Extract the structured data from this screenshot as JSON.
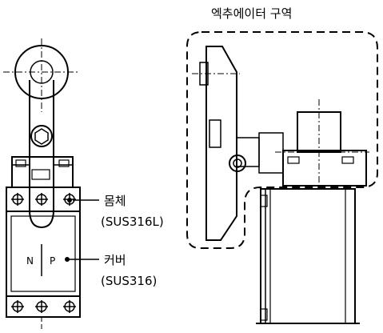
{
  "labels": {
    "actuator_area": "엑추에이터 구역",
    "body": "몸체",
    "body_material": "(SUS316L)",
    "cover": "커버",
    "cover_material": "(SUS316)",
    "cover_mark_n": "N",
    "cover_mark_p": "P"
  }
}
